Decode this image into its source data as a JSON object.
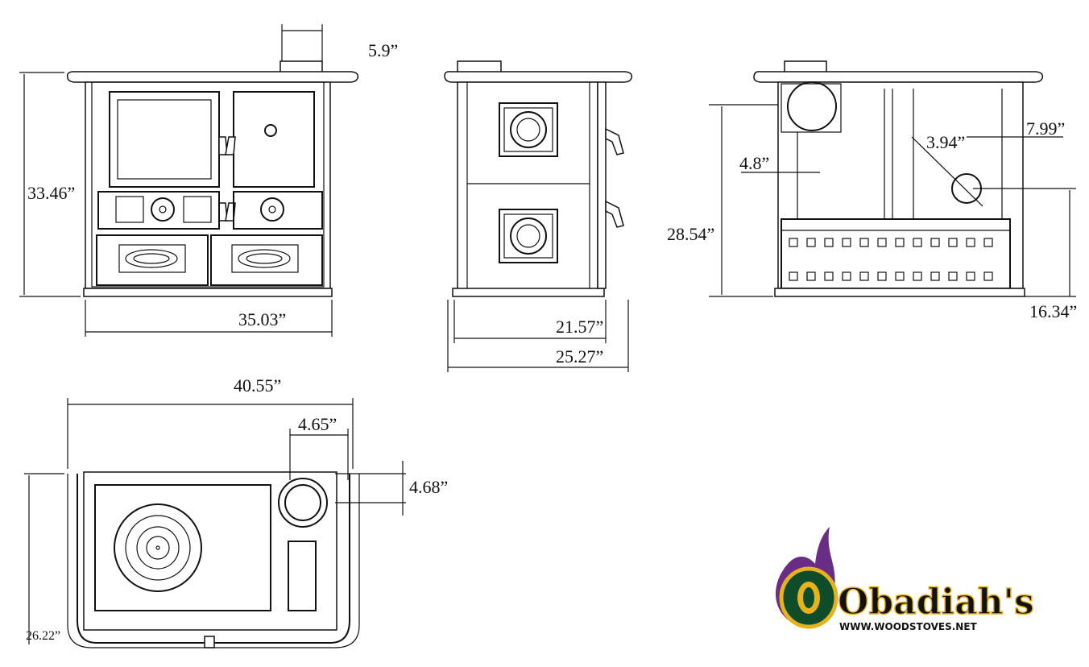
{
  "dimensions": {
    "front": {
      "flue_offset": "5.9”",
      "height": "33.46”",
      "width": "35.03”"
    },
    "side": {
      "body_depth": "21.57”",
      "overall_depth": "25.27”"
    },
    "rear": {
      "flue_center_height": "28.54”",
      "flue_side_offset": "4.8”",
      "rear_outlet_offset": "7.99”",
      "rear_outlet_diameter": "3.94”",
      "rear_outlet_height": "16.34”"
    },
    "top": {
      "overall_width": "40.55”",
      "flue_diameter": "4.65”",
      "flue_from_back": "4.68”",
      "overall_depth": "26.22”"
    }
  },
  "logo": {
    "name": "Obadiah's",
    "url": "WWW.WOODSTOVES.NET",
    "colors": {
      "flame": "#6a2d86",
      "ring": "#0f4d2a",
      "gold": "#e7b21a",
      "text": "#1f5e2c"
    }
  }
}
